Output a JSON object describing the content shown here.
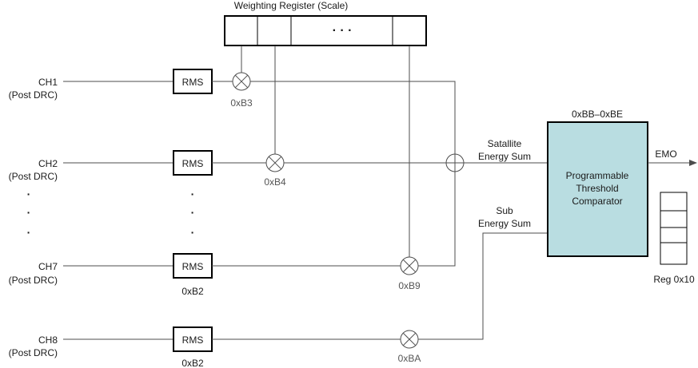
{
  "weighting_register": {
    "title": "Weighting Register (Scale)",
    "dots": "· · ·"
  },
  "channels": {
    "ch1": {
      "name": "CH1",
      "sub": "(Post DRC)"
    },
    "ch2": {
      "name": "CH2",
      "sub": "(Post DRC)"
    },
    "ch7": {
      "name": "CH7",
      "sub": "(Post DRC)"
    },
    "ch8": {
      "name": "CH8",
      "sub": "(Post DRC)"
    }
  },
  "rms_label": "RMS",
  "rms_regs": {
    "ch7": "0xB2",
    "ch8": "0xB2"
  },
  "multiplier_regs": {
    "ch1": "0xB3",
    "ch2": "0xB4",
    "ch7": "0xB9",
    "ch8": "0xBA"
  },
  "ellipsis": "·",
  "satellite_sum": {
    "line1": "Satallite",
    "line2": "Energy Sum"
  },
  "sub_sum": {
    "line1": "Sub",
    "line2": "Energy Sum"
  },
  "comparator": {
    "reg_range": "0xBB–0xBE",
    "line1": "Programmable",
    "line2": "Threshold",
    "line3": "Comparator",
    "fill": "#b9dde1"
  },
  "output": {
    "label": "EMO"
  },
  "status_register": {
    "label": "Reg 0x10"
  }
}
